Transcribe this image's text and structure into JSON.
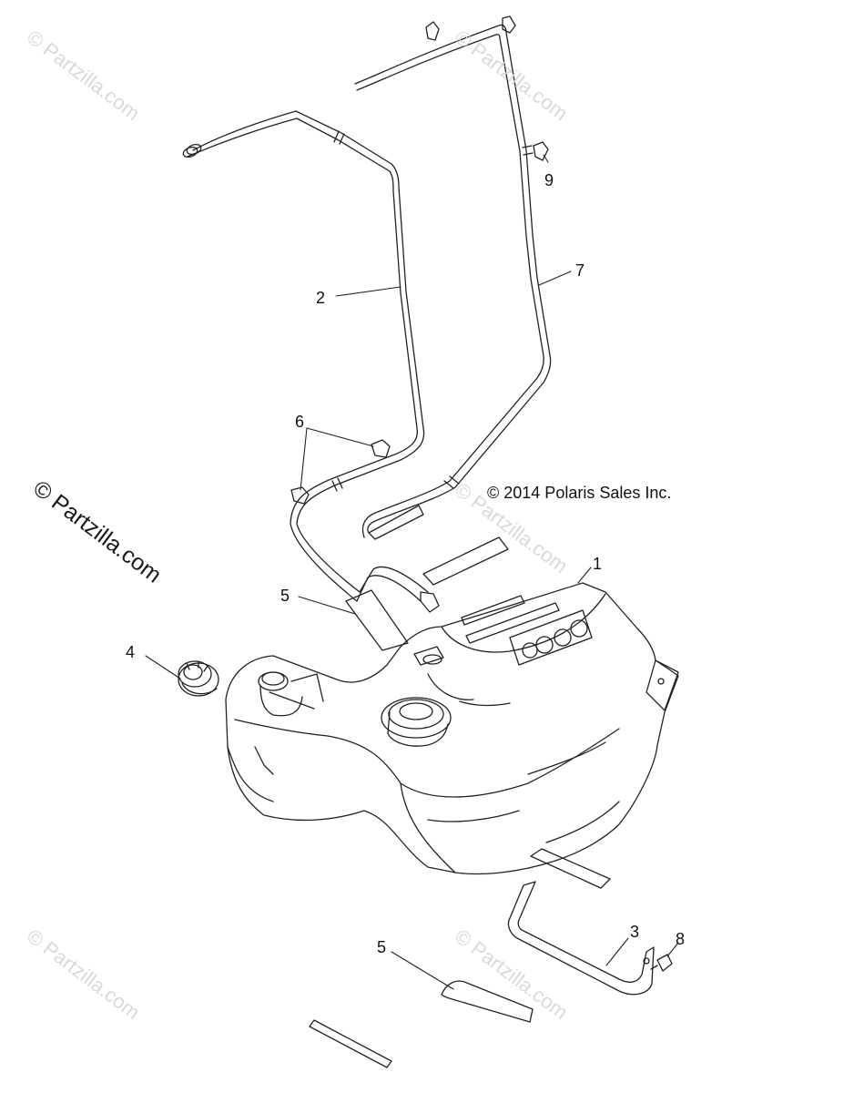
{
  "diagram": {
    "copyright": "© 2014 Polaris Sales Inc.",
    "watermarks": {
      "main": "© Partzilla.com",
      "faint": "© Partzilla.com"
    },
    "callouts": {
      "c1": "1",
      "c2": "2",
      "c3": "3",
      "c4": "4",
      "c5a": "5",
      "c5b": "5",
      "c6": "6",
      "c7": "7",
      "c8": "8",
      "c9": "9"
    }
  }
}
